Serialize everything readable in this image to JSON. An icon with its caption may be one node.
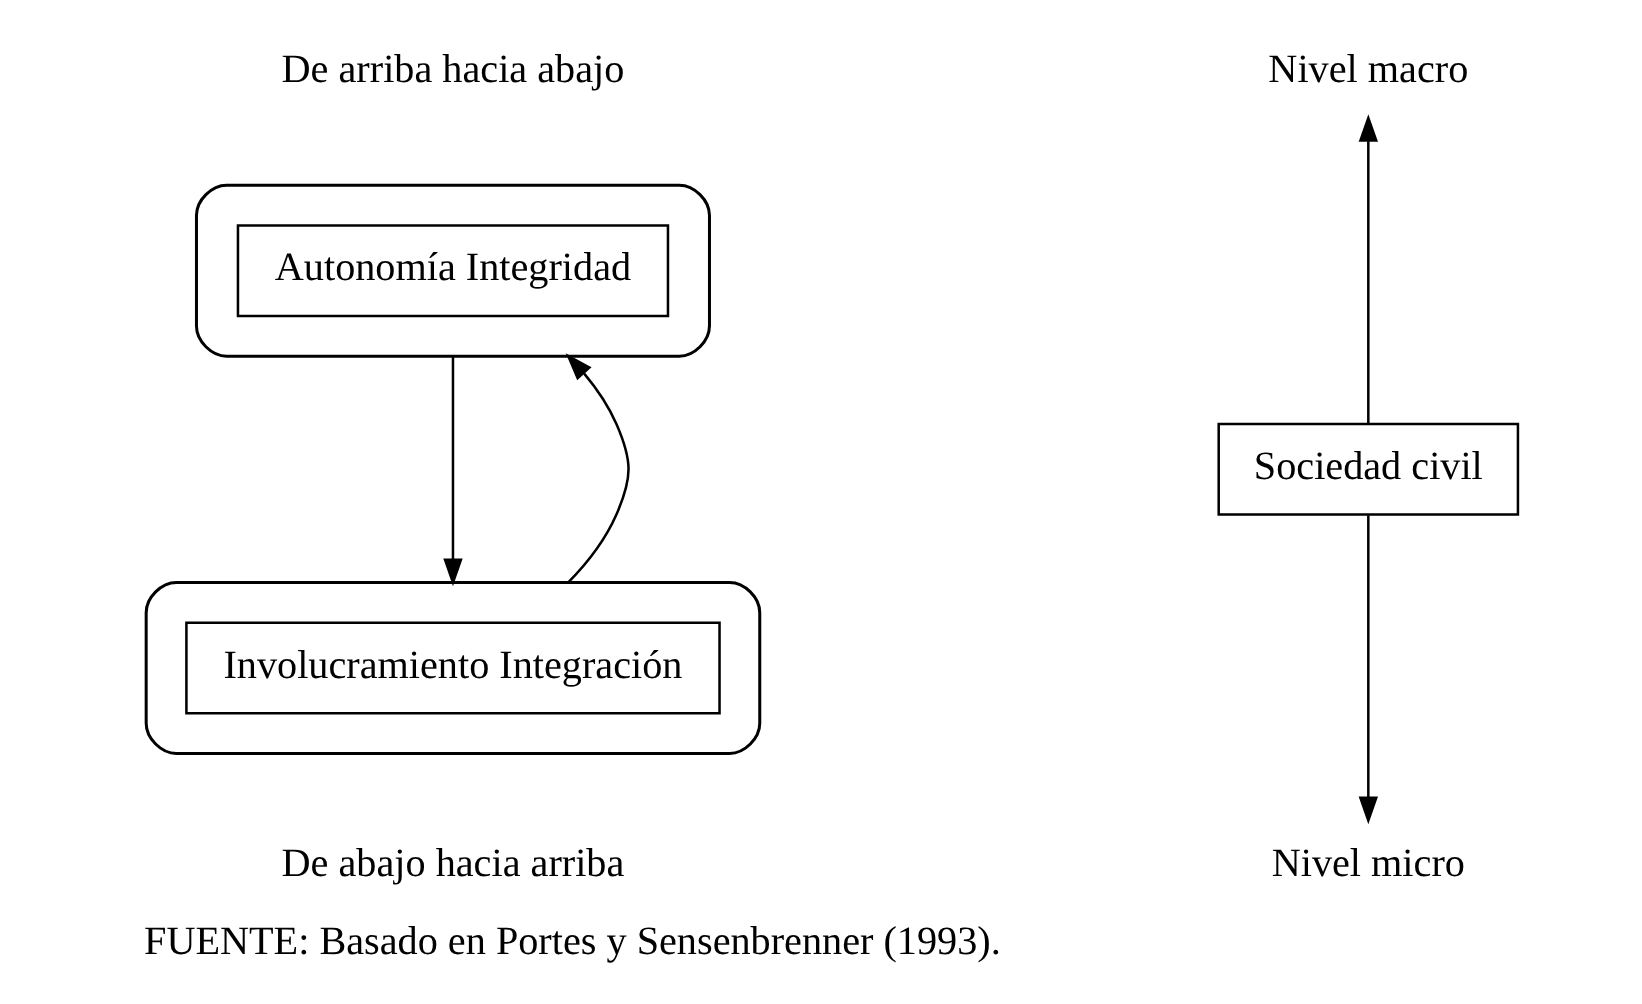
{
  "diagram": {
    "caption": "FUENTE: Basado en Portes y Sensenbrenner (1993).",
    "nodes": [
      {
        "text": [],
        "shape": "ellipse"
      },
      {
        "text": [
          "Autonomía Integridad"
        ],
        "in": 0
      },
      {
        "text": [],
        "shape": "ellipse"
      },
      {
        "text": [
          "Involucramiento Integración"
        ],
        "in": 2
      },
      {
        "text": [
          "Sociedad civil"
        ]
      },
      {
        "text": [
          "Nivel macro"
        ]
      },
      {
        "text": [
          "Nivel micro"
        ]
      }
    ],
    "edges": [
      {
        "from": 0,
        "to": 2,
        "arrow": "to"
      },
      {
        "from": 2,
        "to": 0,
        "arrow": "to"
      },
      {
        "from": 4,
        "to": 5,
        "arrow": "to"
      },
      {
        "from": 4,
        "to": 6,
        "arrow": "to"
      }
    ],
    "labels": [
      "De arriba hacia abajo",
      "De abajo hacia arriba"
    ]
  }
}
